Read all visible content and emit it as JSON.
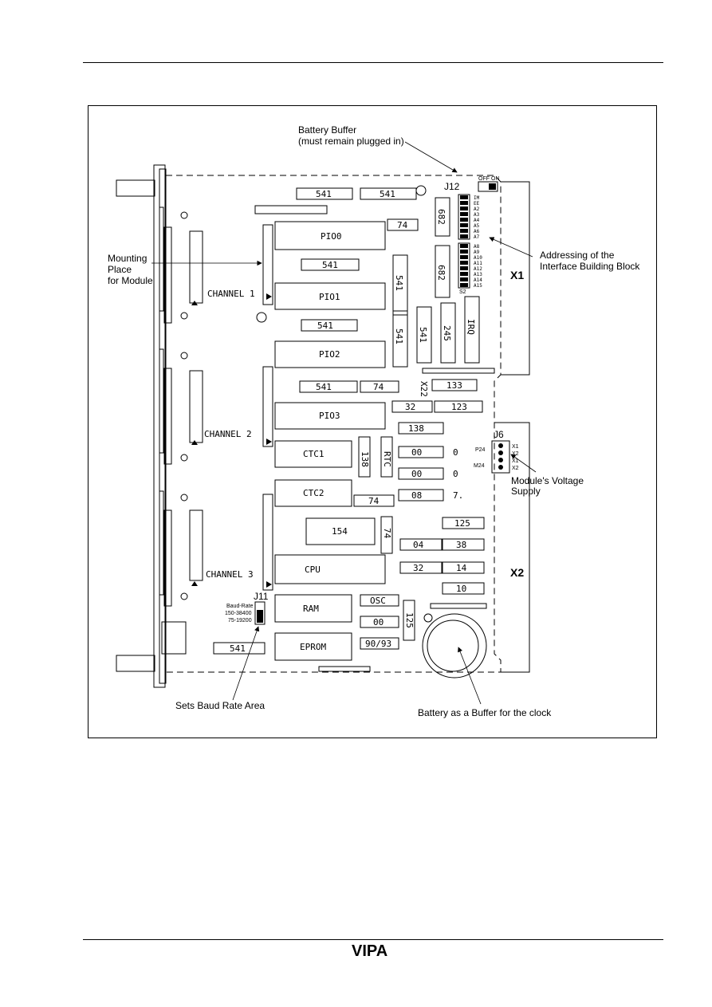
{
  "callouts": {
    "battery_buffer_line1": "Battery Buffer",
    "battery_buffer_line2": "(must remain plugged in)",
    "mounting_line1": "Mounting",
    "mounting_line2": "Place",
    "mounting_line3": "for Module",
    "addressing_line1": "Addressing of the",
    "addressing_line2": "Interface Building Block",
    "voltage_line1": "Module's Voltage",
    "voltage_line2": "Supply",
    "baud_area": "Sets Baud Rate Area",
    "battery_clock": "Battery as a Buffer for the clock"
  },
  "connectors": {
    "x1": "X1",
    "x2": "X2",
    "j12": "J12",
    "j12_off": "OFF",
    "j12_on": "ON",
    "j6": "J6",
    "j6_p24": "P24",
    "j6_m24": "M24",
    "j6_pins": [
      "X1",
      "X2",
      "X1",
      "X2"
    ],
    "j11": "J11",
    "baud_rate": "Baud-Rate",
    "baud_range1": "150-38400",
    "baud_range2": "75-19200",
    "s2": "S2"
  },
  "channels": [
    "CHANNEL 1",
    "CHANNEL 2",
    "CHANNEL 3"
  ],
  "chips": {
    "c541a": "541",
    "c541b": "541",
    "c541c": "541",
    "c541d": "541",
    "c541e": "541",
    "c541v1": "541",
    "c541v2": "541",
    "c541v3": "541",
    "c74a": "74",
    "c74b": "74",
    "c74c": "74",
    "c74d": "74",
    "pio0": "PIO0",
    "pio1": "PIO1",
    "pio2": "PIO2",
    "pio3": "PIO3",
    "ctc1": "CTC1",
    "ctc2": "CTC2",
    "cpu": "CPU",
    "ram": "RAM",
    "eprom": "EPROM",
    "c682a": "682",
    "c682b": "682",
    "c245": "245",
    "irq": "IRQ",
    "c133": "133",
    "c123": "123",
    "c138a": "138",
    "c138b": "138",
    "rtc": "RTC",
    "c32a": "32",
    "c32b": "32",
    "c00a": "00",
    "c00b": "00",
    "c00c": "00",
    "c08": "08",
    "c154": "154",
    "c125a": "125",
    "c125b": "125",
    "c04": "04",
    "c38": "38",
    "c14": "14",
    "c10": "10",
    "osc": "OSC",
    "c9093": "90/93",
    "cx22": "X22",
    "c0a": "0",
    "c0b": "0",
    "c7": "7."
  },
  "address_bits_a": [
    "IM",
    "EE",
    "A2",
    "A3",
    "A4",
    "A5",
    "A6",
    "A7"
  ],
  "address_bits_b": [
    "A8",
    "A9",
    "A10",
    "A11",
    "A12",
    "A13",
    "A14",
    "A15"
  ],
  "logo": "VIPA"
}
